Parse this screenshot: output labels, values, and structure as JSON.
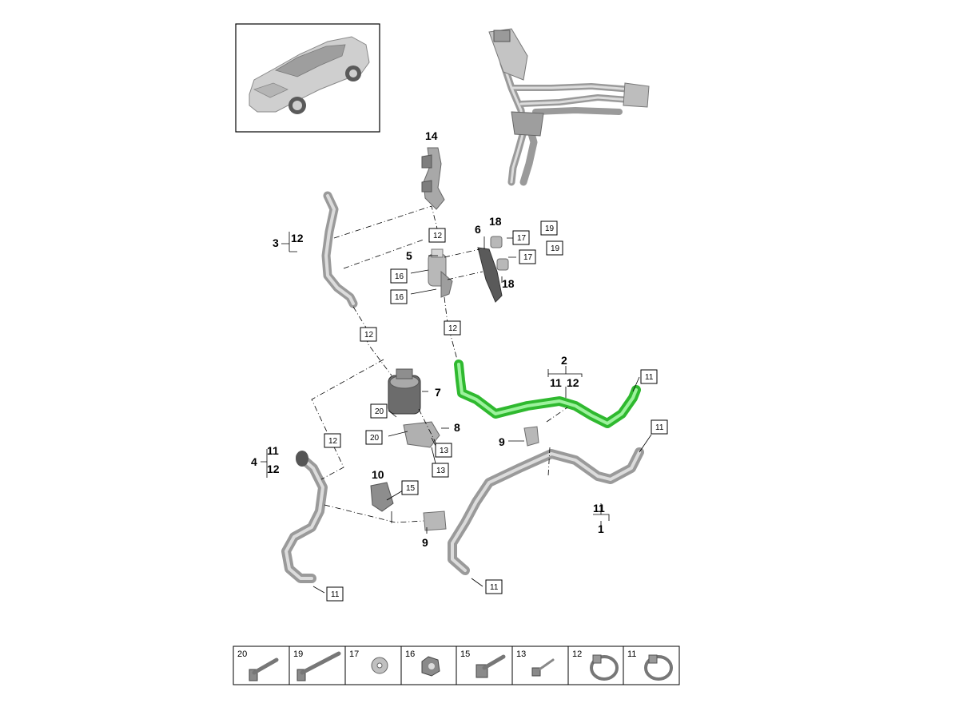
{
  "callouts": {
    "c1": "1",
    "c2": "2",
    "c3": "3",
    "c4": "4",
    "c5": "5",
    "c6": "6",
    "c7": "7",
    "c8": "8",
    "c9a": "9",
    "c9b": "9",
    "c10": "10",
    "c14": "14",
    "c18a": "18",
    "c18b": "18",
    "c3_12": "12",
    "c4_11": "11",
    "c4_12": "12",
    "c2_11": "11",
    "c2_12": "12",
    "c1_11": "11"
  },
  "boxes": {
    "b12_top": "12",
    "b12_mid": "12",
    "b12_upper_left": "12",
    "b12_lower_left": "12",
    "b16_a": "16",
    "b16_b": "16",
    "b17_a": "17",
    "b17_b": "17",
    "b19_a": "19",
    "b19_b": "19",
    "b20_a": "20",
    "b20_b": "20",
    "b13_a": "13",
    "b13_b": "13",
    "b15": "15",
    "b11_right_top": "11",
    "b11_right_mid": "11",
    "b11_bottom_left": "11",
    "b11_bottom_mid": "11"
  },
  "legend": {
    "items": [
      {
        "num": "20",
        "icon": "bolt-short-icon"
      },
      {
        "num": "19",
        "icon": "bolt-long-icon"
      },
      {
        "num": "17",
        "icon": "washer-icon"
      },
      {
        "num": "16",
        "icon": "nut-icon"
      },
      {
        "num": "15",
        "icon": "bolt-washer-icon"
      },
      {
        "num": "13",
        "icon": "screw-icon"
      },
      {
        "num": "12",
        "icon": "hose-clamp-icon"
      },
      {
        "num": "11",
        "icon": "hose-clamp-icon"
      }
    ]
  },
  "colors": {
    "highlight": "#2fb92f",
    "part_gray": "#9a9a9a"
  }
}
